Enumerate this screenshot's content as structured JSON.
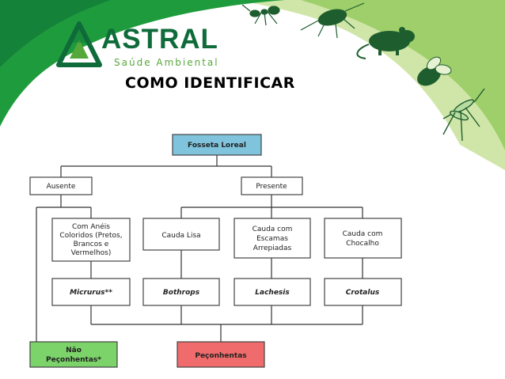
{
  "header": {
    "brand": "ASTRAL",
    "tagline": "Saúde Ambiental",
    "heading": "COMO IDENTIFICAR"
  },
  "decor": {
    "icons": [
      "ant-icon",
      "cockroach-icon",
      "rat-icon",
      "bee-icon",
      "mosquito-icon"
    ]
  },
  "colors": {
    "brand_dark_green": "#0f6b3a",
    "brand_green": "#1e9b3c",
    "light_green": "#cfe6a8",
    "box_blue": "#7fc4dc",
    "box_green": "#7bd36a",
    "box_red": "#f06b6b"
  },
  "diagram": {
    "root": "Fosseta Loreal",
    "ausente": "Ausente",
    "presente": "Presente",
    "coral_traits": [
      "Com Anéis",
      "Coloridos (Pretos,",
      "Brancos e",
      "Vermelhos)"
    ],
    "cauda_lisa": "Cauda Lisa",
    "cauda_escamas": [
      "Cauda com",
      "Escamas",
      "Arrepiadas"
    ],
    "cauda_chocalho": [
      "Cauda com",
      "Chocalho"
    ],
    "micrurus": "Micrurus**",
    "bothrops": "Bothrops",
    "lachesis": "Lachesis",
    "crotalus": "Crotalus",
    "nao_peconhentas": [
      "Não",
      "Peçonhentas*"
    ],
    "peconhentas": "Peçonhentas"
  }
}
